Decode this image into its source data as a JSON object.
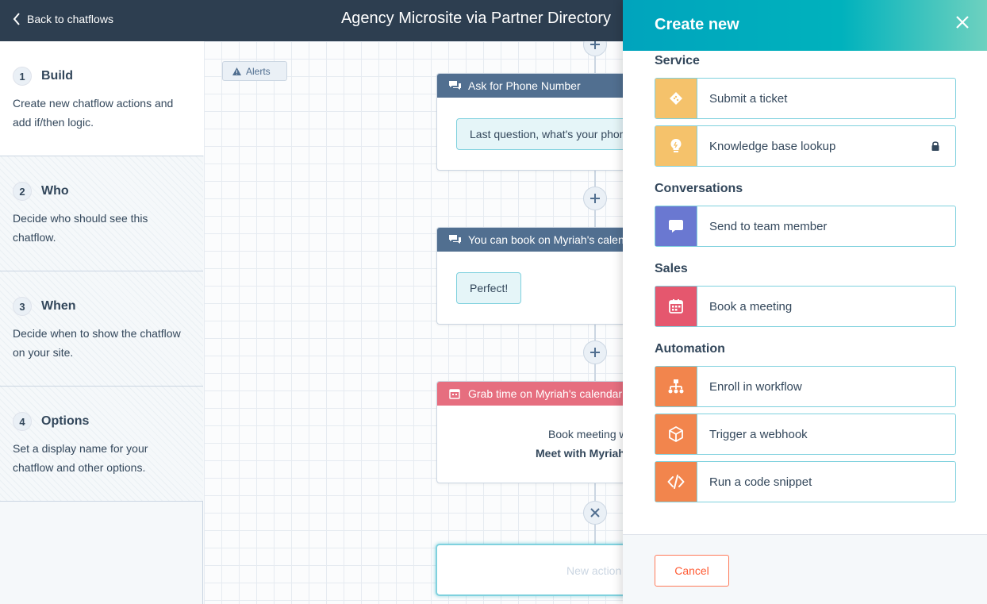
{
  "header": {
    "back_label": "Back to chatflows",
    "title": "Agency Microsite via Partner Directory"
  },
  "steps": [
    {
      "num": "1",
      "title": "Build",
      "desc": "Create new chatflow actions and add if/then logic.",
      "active": true
    },
    {
      "num": "2",
      "title": "Who",
      "desc": "Decide who should see this chatflow.",
      "active": false
    },
    {
      "num": "3",
      "title": "When",
      "desc": "Decide when to show the chatflow on your site.",
      "active": false
    },
    {
      "num": "4",
      "title": "Options",
      "desc": "Set a display name for your chatflow and other options.",
      "active": false
    }
  ],
  "canvas": {
    "alerts_label": "Alerts",
    "cards": [
      {
        "title": "Ask for Phone Number",
        "bubble": "Last question, what's your phone number?"
      },
      {
        "title": "You can book on Myriah's calendar",
        "bubble": "Perfect!"
      },
      {
        "title": "Grab time on Myriah's calendar",
        "line1": "Book meeting with",
        "line2": "Meet with Myriah"
      }
    ],
    "new_action_label": "New action"
  },
  "panel": {
    "title": "Create new",
    "sections": [
      {
        "title": "Service",
        "options": [
          {
            "label": "Submit a ticket",
            "icon": "ticket-icon",
            "color": "#f5c26b",
            "locked": false
          },
          {
            "label": "Knowledge base lookup",
            "icon": "lightbulb-icon",
            "color": "#f5c26b",
            "locked": true
          }
        ]
      },
      {
        "title": "Conversations",
        "options": [
          {
            "label": "Send to team member",
            "icon": "chat-bubble-icon",
            "color": "#6a78d1",
            "locked": false
          }
        ]
      },
      {
        "title": "Sales",
        "options": [
          {
            "label": "Book a meeting",
            "icon": "calendar-icon",
            "color": "#e5576e",
            "locked": false
          }
        ]
      },
      {
        "title": "Automation",
        "options": [
          {
            "label": "Enroll in workflow",
            "icon": "workflow-icon",
            "color": "#f2854d",
            "locked": false
          },
          {
            "label": "Trigger a webhook",
            "icon": "cube-icon",
            "color": "#f2854d",
            "locked": false
          },
          {
            "label": "Run a code snippet",
            "icon": "code-icon",
            "color": "#f2854d",
            "locked": false
          }
        ]
      }
    ],
    "cancel_label": "Cancel"
  }
}
